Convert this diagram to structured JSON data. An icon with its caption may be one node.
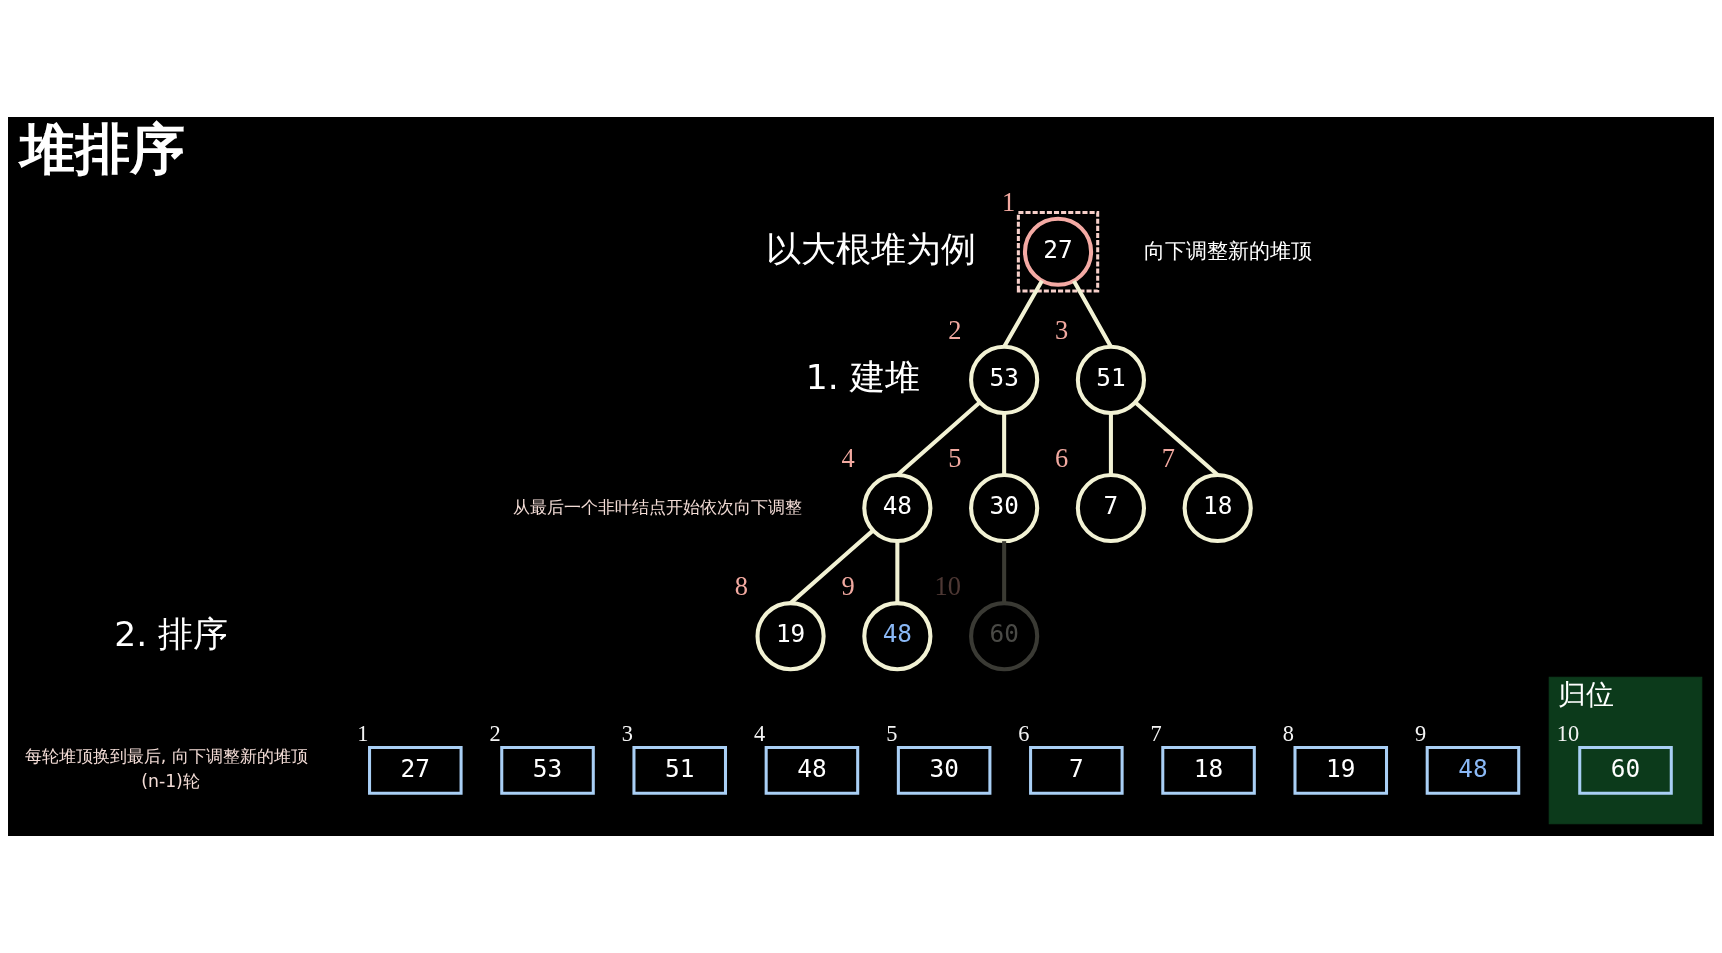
{
  "diagram": {
    "title": "堆排序",
    "nodes": [
      {
        "text": [],
        "shape": "box"
      },
      {
        "text": [
          "27"
        ],
        "in": 0,
        "beside": [
          "1"
        ]
      },
      {
        "text": [
          "53"
        ],
        "beside": [
          "2"
        ]
      },
      {
        "text": [
          "51"
        ],
        "beside": [
          "3"
        ]
      },
      {
        "text": [
          "48"
        ],
        "beside": [
          "4"
        ]
      },
      {
        "text": [
          "30"
        ],
        "beside": [
          "5"
        ]
      },
      {
        "text": [
          "7"
        ],
        "beside": [
          "6"
        ]
      },
      {
        "text": [
          "18"
        ],
        "beside": [
          "7"
        ]
      },
      {
        "text": [
          "19"
        ],
        "beside": [
          "8"
        ]
      },
      {
        "text": [
          "48"
        ],
        "beside": [
          "9"
        ]
      },
      {
        "text": [
          "60"
        ],
        "beside": [
          "10"
        ]
      },
      {
        "text": [
          "归位"
        ]
      },
      {
        "text": [
          "27"
        ],
        "beside": [
          "1"
        ]
      },
      {
        "text": [
          "53"
        ],
        "beside": [
          "2"
        ]
      },
      {
        "text": [
          "51"
        ],
        "beside": [
          "3"
        ]
      },
      {
        "text": [
          "48"
        ],
        "beside": [
          "4"
        ]
      },
      {
        "text": [
          "30"
        ],
        "beside": [
          "5"
        ]
      },
      {
        "text": [
          "7"
        ],
        "beside": [
          "6"
        ]
      },
      {
        "text": [
          "18"
        ],
        "beside": [
          "7"
        ]
      },
      {
        "text": [
          "19"
        ],
        "beside": [
          "8"
        ]
      },
      {
        "text": [
          "48"
        ],
        "beside": [
          "9"
        ]
      },
      {
        "text": [
          "60"
        ],
        "in": 11,
        "beside": [
          "10"
        ]
      }
    ],
    "edges": [
      {
        "from": 1,
        "to": 2,
        "arrow": "none"
      },
      {
        "from": 1,
        "to": 3,
        "arrow": "none"
      },
      {
        "from": 2,
        "to": 4,
        "arrow": "none"
      },
      {
        "from": 2,
        "to": 5,
        "arrow": "none"
      },
      {
        "from": 3,
        "to": 6,
        "arrow": "none"
      },
      {
        "from": 3,
        "to": 7,
        "arrow": "none"
      },
      {
        "from": 4,
        "to": 8,
        "arrow": "none"
      },
      {
        "from": 4,
        "to": 9,
        "arrow": "none"
      },
      {
        "from": 5,
        "to": 10,
        "arrow": "none",
        "color": "#3b3b33"
      }
    ],
    "labels": [
      "以大根堆为例",
      "向下调整新的堆顶",
      "1. 建堆",
      "从最后一个非叶结点开始依次向下调整",
      "2. 排序",
      "每轮堆顶换到最后, 向下调整新的堆顶",
      "(n-1)轮"
    ]
  }
}
